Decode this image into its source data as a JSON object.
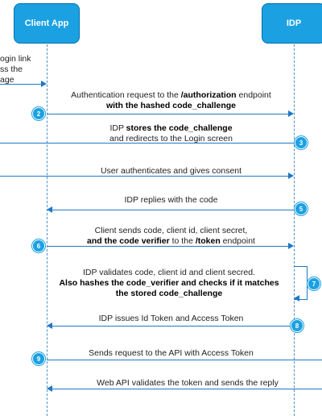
{
  "actors": {
    "client_app": "Client App",
    "idp": "IDP"
  },
  "messages": [
    {
      "id": "m1",
      "line1": "ogin link",
      "line2": "ss the",
      "line3": "age"
    },
    {
      "id": "m2",
      "badge": "2",
      "line1": "Authentication request to the ",
      "line1_bold": "/authorization",
      "line1_end": " endpoint",
      "line2_bold": "with the hashed code_challenge"
    },
    {
      "id": "m3",
      "badge": "3",
      "line1": "IDP ",
      "line1_bold": "stores the code_challenge",
      "line2": "and redirects to the Login screen"
    },
    {
      "id": "m4",
      "line1": "User authenticates and gives consent"
    },
    {
      "id": "m5",
      "badge": "5",
      "line1": "IDP replies with the code"
    },
    {
      "id": "m6",
      "badge": "6",
      "line1": "Client sends code, client id, client secret,",
      "line2_bold": "and the code verifier",
      "line2_mid": " to the ",
      "line2_bold2": "/token",
      "line2_end": " endpoint"
    },
    {
      "id": "m7",
      "badge": "7",
      "line1": "IDP validates code, client id and client secred.",
      "line2_bold": "Also hashes the code_verifier and checks if it matches",
      "line3_bold": "the stored code_challenge"
    },
    {
      "id": "m8",
      "badge": "8",
      "line1": "IDP issues Id Token and Access Token"
    },
    {
      "id": "m9",
      "badge": "9",
      "line1": "Sends request to the API with Access Token"
    },
    {
      "id": "m10",
      "line1": "Web API validates the token and sends the reply"
    }
  ]
}
